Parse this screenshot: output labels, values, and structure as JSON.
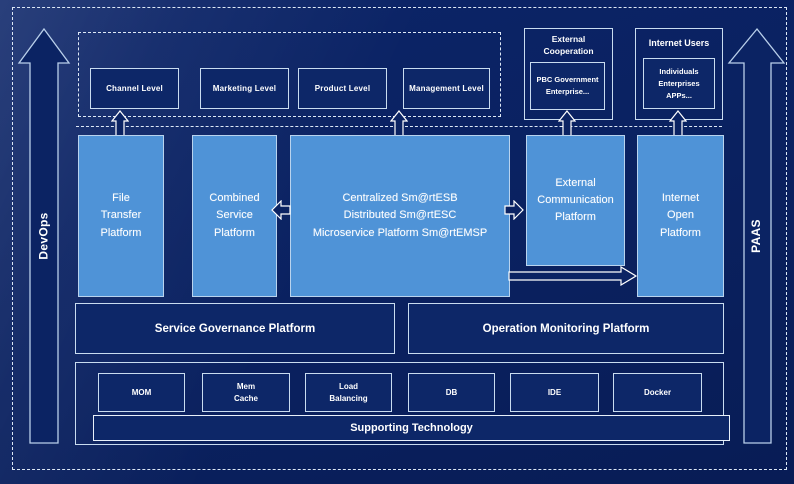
{
  "colors": {
    "background_navy": "#0a2160",
    "panel_blue": "#4f93d7",
    "outline_light": "#c9dcf0",
    "text": "#ffffff"
  },
  "rails": {
    "left_label": "DevOps",
    "right_label": "PAAS"
  },
  "levels": {
    "items": [
      {
        "label": "Channel Level"
      },
      {
        "label": "Marketing Level"
      },
      {
        "label": "Product Level"
      },
      {
        "label": "Management Level"
      }
    ]
  },
  "external_cooperation": {
    "title": "External\nCooperation",
    "inner": "PBC Government\nEnterprise..."
  },
  "internet_users": {
    "title": "Internet Users",
    "inner": "Individuals\nEnterprises\nAPPs..."
  },
  "platforms": {
    "file_transfer": "File\nTransfer\nPlatform",
    "combined_service": "Combined\nService\nPlatform",
    "centralized": "Centralized Sm@rtESB\nDistributed Sm@rtESC\nMicroservice Platform Sm@rtEMSP",
    "external_communication": "External\nCommunication\nPlatform",
    "internet_open": "Internet\nOpen\nPlatform"
  },
  "governance": {
    "service": "Service Governance Platform",
    "monitoring": "Operation Monitoring Platform"
  },
  "supporting": {
    "techs": [
      {
        "label": "MOM"
      },
      {
        "label": "Mem\nCache"
      },
      {
        "label": "Load\nBalancing"
      },
      {
        "label": "DB"
      },
      {
        "label": "IDE"
      },
      {
        "label": "Docker"
      }
    ],
    "bar": "Supporting Technology"
  }
}
